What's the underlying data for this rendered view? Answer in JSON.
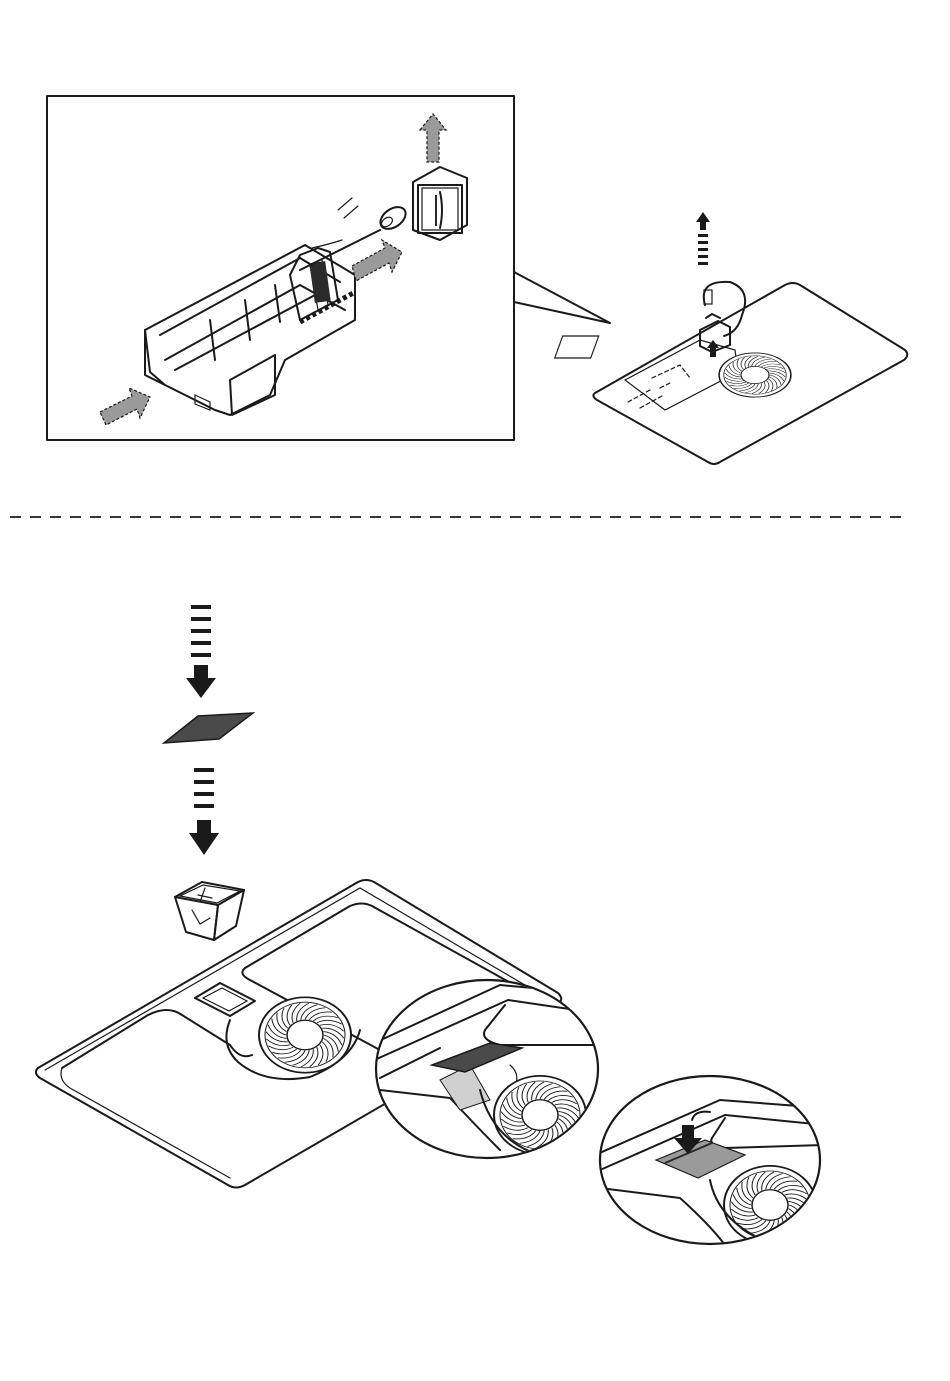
{
  "figure": {
    "kind": "installation-illustration",
    "sections": [
      {
        "name": "removal",
        "description_visible": false
      },
      {
        "name": "insertion",
        "description_visible": false
      }
    ],
    "colors": {
      "line": "#1a1a1a",
      "dark_fill": "#4a4a4a",
      "mid_fill": "#9a9a9a",
      "light_fill": "#d0d0d0",
      "background": "#ffffff"
    },
    "icons": [
      "arrow-up-icon",
      "arrow-down-icon",
      "filter-pad-icon",
      "filter-box-icon",
      "fan-icon",
      "connector-icon"
    ]
  }
}
